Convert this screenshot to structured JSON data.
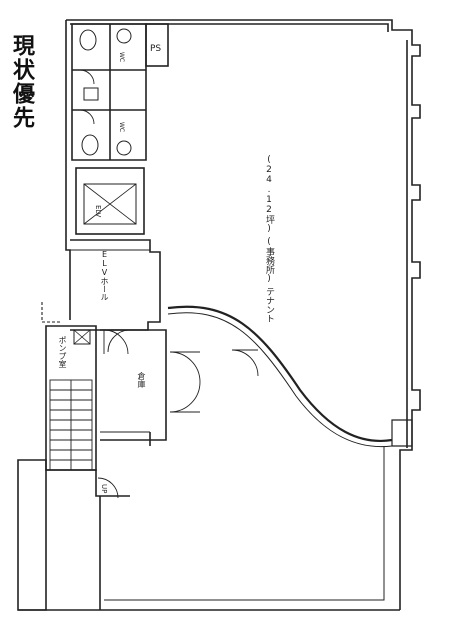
{
  "badge": "現状優先",
  "labels": {
    "tenant_name": "テナント",
    "tenant_use": "(事務所)",
    "tenant_area": "(24.12坪)",
    "elv_hall": "ELVホール",
    "pump_room": "ポンプ室",
    "storage": "倉庫",
    "ps": "PS",
    "elv": "ELV",
    "wc": "WC",
    "up": "UP"
  }
}
